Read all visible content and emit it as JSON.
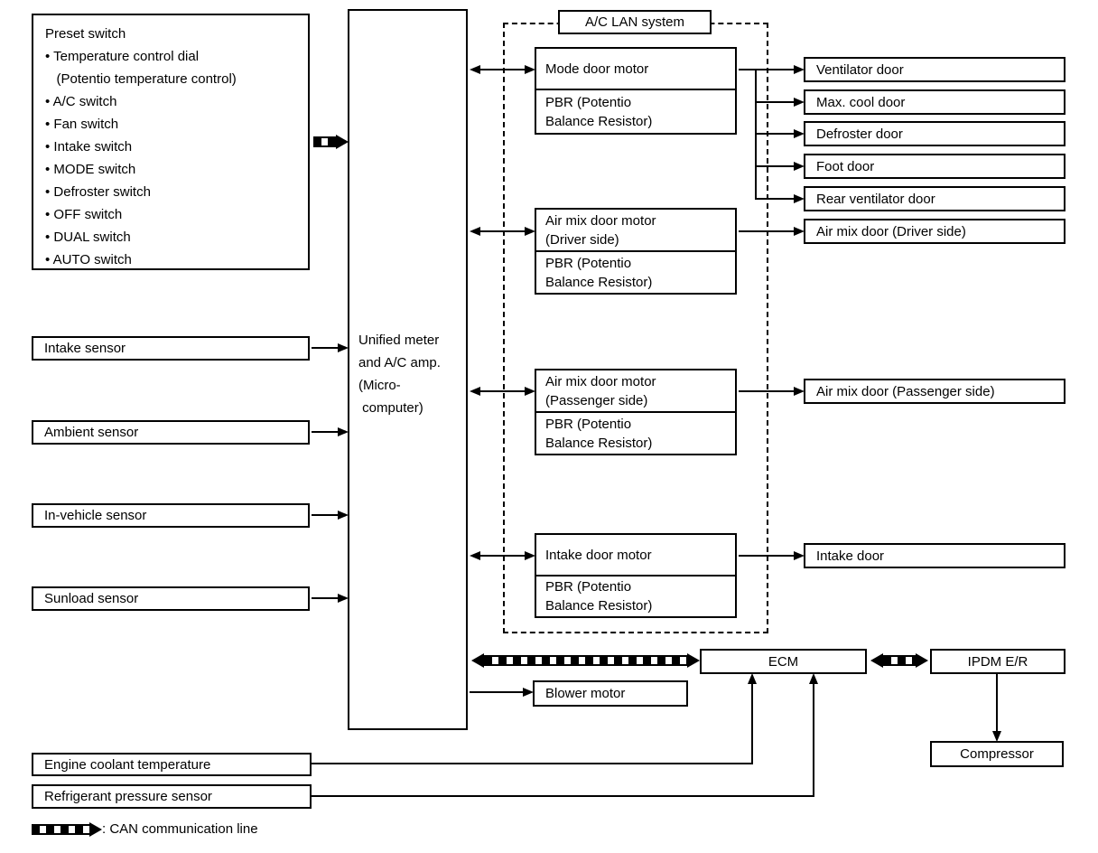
{
  "colors": {
    "ink": "#000000",
    "paper": "#ffffff"
  },
  "preset_switch": {
    "lines": [
      "Preset switch",
      "• Temperature control dial",
      "   (Potentio temperature control)",
      "• A/C switch",
      "• Fan switch",
      "• Intake switch",
      "• MODE switch",
      "• Defroster switch",
      "• OFF switch",
      "• DUAL switch",
      "• AUTO switch"
    ]
  },
  "controller": {
    "label": "Unified meter\nand A/C amp.\n(Micro-\n computer)"
  },
  "sensors": [
    {
      "label": "Intake sensor"
    },
    {
      "label": "Ambient sensor"
    },
    {
      "label": "In-vehicle sensor"
    },
    {
      "label": "Sunload sensor"
    }
  ],
  "ac_lan": {
    "title": "A/C LAN system",
    "motors": [
      {
        "name": "Mode door motor",
        "pbr": "PBR (Potentio\nBalance Resistor)"
      },
      {
        "name": "Air mix door motor\n(Driver side)",
        "pbr": "PBR (Potentio\nBalance Resistor)"
      },
      {
        "name": "Air mix door motor\n(Passenger side)",
        "pbr": "PBR (Potentio\nBalance Resistor)"
      },
      {
        "name": "Intake door motor",
        "pbr": "PBR (Potentio\nBalance Resistor)"
      }
    ]
  },
  "doors": [
    {
      "label": "Ventilator door"
    },
    {
      "label": "Max. cool door"
    },
    {
      "label": "Defroster door"
    },
    {
      "label": "Foot door"
    },
    {
      "label": "Rear ventilator door"
    },
    {
      "label": "Air mix door (Driver side)"
    },
    {
      "label": "Air mix door (Passenger side)"
    },
    {
      "label": "Intake door"
    }
  ],
  "modules": {
    "ecm": "ECM",
    "ipdm": "IPDM E/R",
    "compressor": "Compressor",
    "blower": "Blower motor"
  },
  "inputs": {
    "engine_coolant": "Engine coolant temperature",
    "refrigerant": "Refrigerant pressure sensor"
  },
  "legend": {
    "can_label": ": CAN communication line"
  }
}
